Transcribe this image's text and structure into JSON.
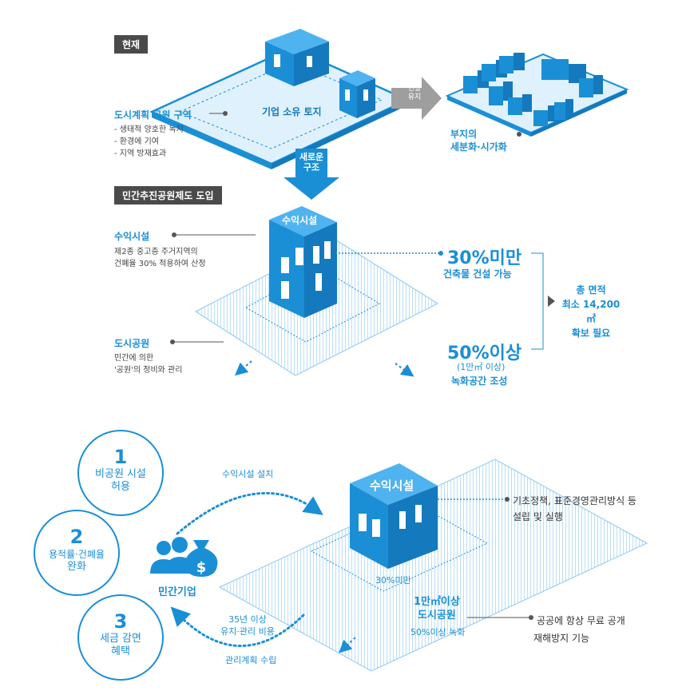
{
  "top": {
    "current_tag": "현재",
    "land_label": "기업 소유 토지",
    "park_zone_title": "도시계획 공원 구역",
    "park_zone_points": [
      "- 생태적 양호한 녹지",
      "- 환경에 기여",
      "- 지역 방재효과"
    ],
    "keep_arrow": "현상\n유지",
    "fragment_label": "부지의\n세분화·시가화",
    "new_structure_arrow": "새로운\n구조"
  },
  "middle": {
    "intro_tag": "민간추진공원제도 도입",
    "revenue_building_label": "수익시설",
    "revenue_title": "수익시설",
    "revenue_desc": [
      "제2종 중고층 주거지역의",
      "건폐율 30% 적용하여 산정"
    ],
    "park_title": "도시공원",
    "park_desc": [
      "민간에 의한",
      "'공원'의 정비와 관리"
    ],
    "under30_big": "30%미만",
    "under30_sub": "건축물 건설 가능",
    "over50_big": "50%이상",
    "over50_paren": "(1만㎡ 이상)",
    "over50_sub": "녹화공간 조성",
    "total_area": [
      "총 면적",
      "최소 14,200㎡",
      "확보 필요"
    ]
  },
  "bottom": {
    "circles": [
      {
        "num": "1",
        "label": [
          "비공원 시설",
          "허용"
        ]
      },
      {
        "num": "2",
        "label": [
          "용적률·건폐율",
          "완화"
        ]
      },
      {
        "num": "3",
        "label": [
          "세금 감면",
          "혜택"
        ]
      }
    ],
    "private_company": "민간기업",
    "install_label": "수익시설 설치",
    "maintain_label": [
      "35년 이상",
      "유지·관리 비용"
    ],
    "plan_label": "관리계획 수립",
    "building_label": "수익시설",
    "under30_label": "30%미만",
    "park_big": [
      "1만㎡이상",
      "도시공원"
    ],
    "park_green": "50%이상 녹화",
    "right_top": [
      "기초정책, 표준경영관리방식 등",
      "설립 및 실행"
    ],
    "right_bottom": [
      "공공에 항상 무료 공개",
      "재해방지 기능"
    ]
  },
  "colors": {
    "accent": "#1a8fd6",
    "dark_tag": "#4a4a4a",
    "arrow_gray": "#9e9e9e"
  }
}
